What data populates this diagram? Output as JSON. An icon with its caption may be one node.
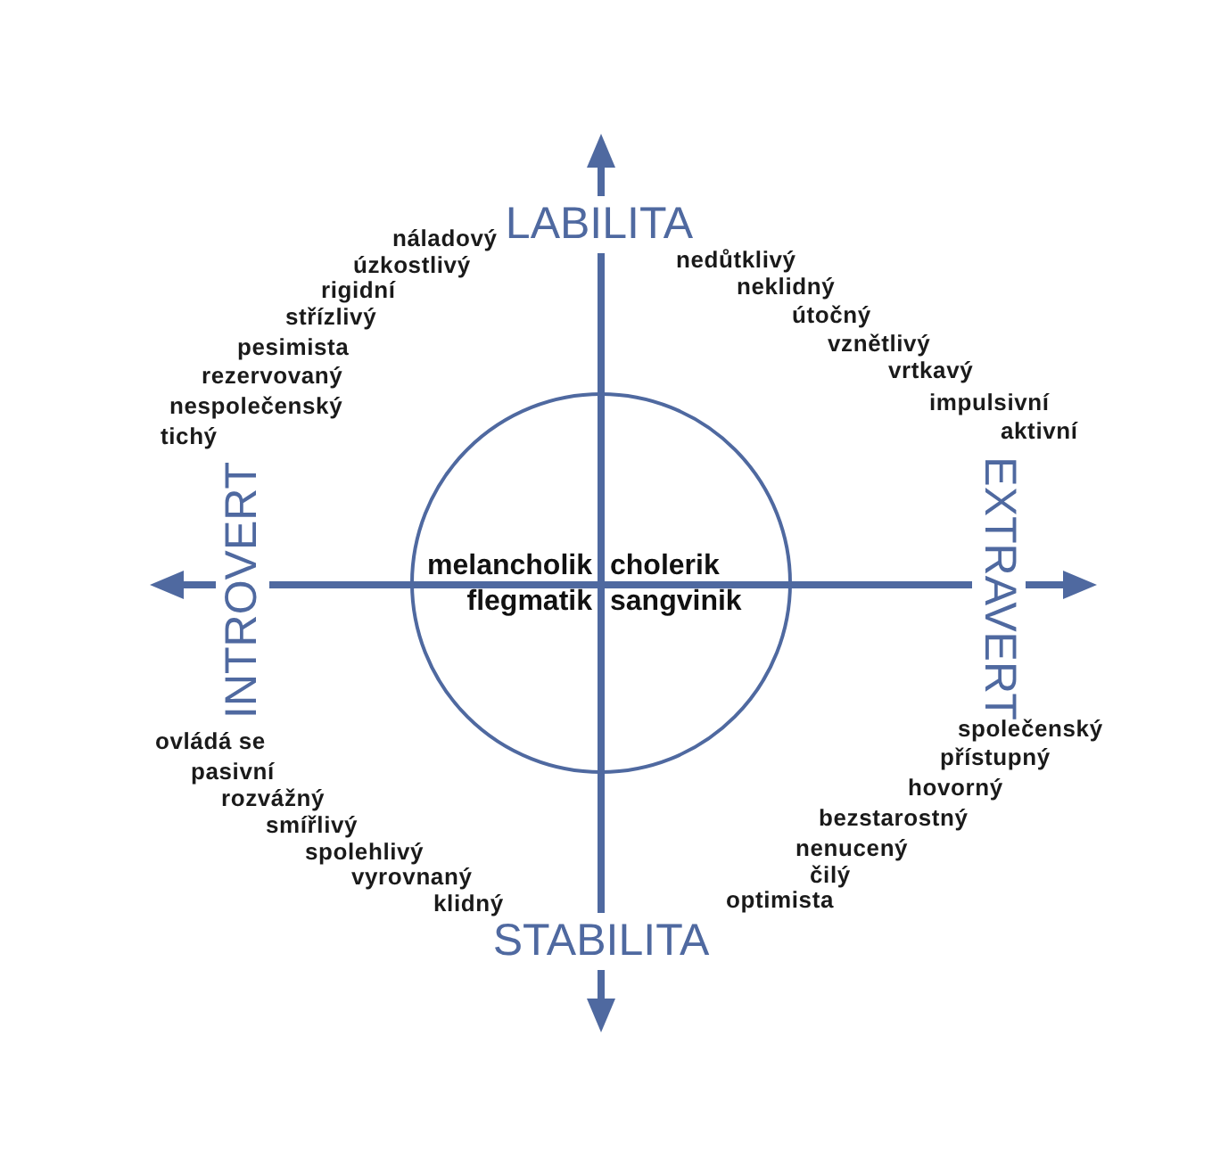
{
  "diagram": {
    "nodes": [
      {
        "text": [
          "melancholik",
          "cholerik",
          "flegmatik",
          "sangvinik"
        ]
      }
    ],
    "labels": [
      "LABILITA",
      "náladový",
      "úzkostlivý",
      "rigidní",
      "střízlivý",
      "pesimista",
      "rezervovaný",
      "nespolečenský",
      "tichý",
      "nedůtklivý",
      "neklidný",
      "útočný",
      "vznětlivý",
      "vrtkavý",
      "impulsivní",
      "aktivní",
      "INTROVERT",
      "EXTRAVERT",
      "ovládá se",
      "pasivní",
      "rozvážný",
      "smířlivý",
      "spolehlivý",
      "vyrovnaný",
      "klidný",
      "společenský",
      "přístupný",
      "hovorný",
      "bezstarostný",
      "nenucený",
      "čilý",
      "optimista",
      "STABILITA"
    ]
  }
}
